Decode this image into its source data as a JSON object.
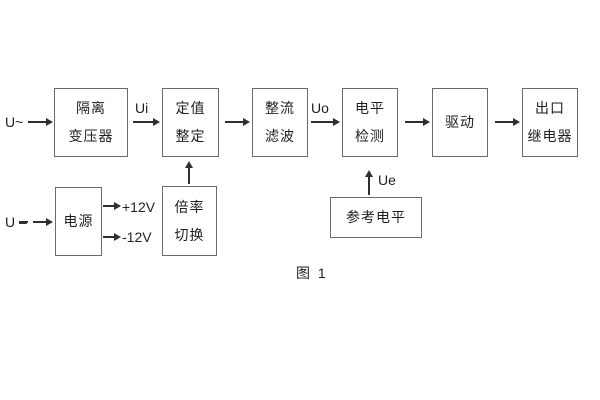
{
  "diagram": {
    "caption": "图 1",
    "inputs": {
      "ac": "U~",
      "dc": "U –"
    },
    "signal_labels": {
      "ui": "Ui",
      "uo": "Uo",
      "ue": "Ue",
      "plus_12v": "+12V",
      "minus_12v": "-12V"
    },
    "blocks": {
      "isolation_transformer": {
        "line1": "隔离",
        "line2": "变压器"
      },
      "value_setting": {
        "line1": "定值",
        "line2": "整定"
      },
      "rectify_filter": {
        "line1": "整流",
        "line2": "滤波"
      },
      "level_detect": {
        "line1": "电平",
        "line2": "检测"
      },
      "drive": {
        "line1": "驱动"
      },
      "output_relay": {
        "line1": "出口",
        "line2": "继电器"
      },
      "power_supply": {
        "line1": "电源"
      },
      "ratio_switch": {
        "line1": "倍率",
        "line2": "切换"
      },
      "reference_level": {
        "line1": "参考电平"
      }
    },
    "colors": {
      "background": "#ffffff",
      "line": "#2f2f2f",
      "border": "#6a6a6a",
      "text": "#1f1f1f"
    }
  }
}
